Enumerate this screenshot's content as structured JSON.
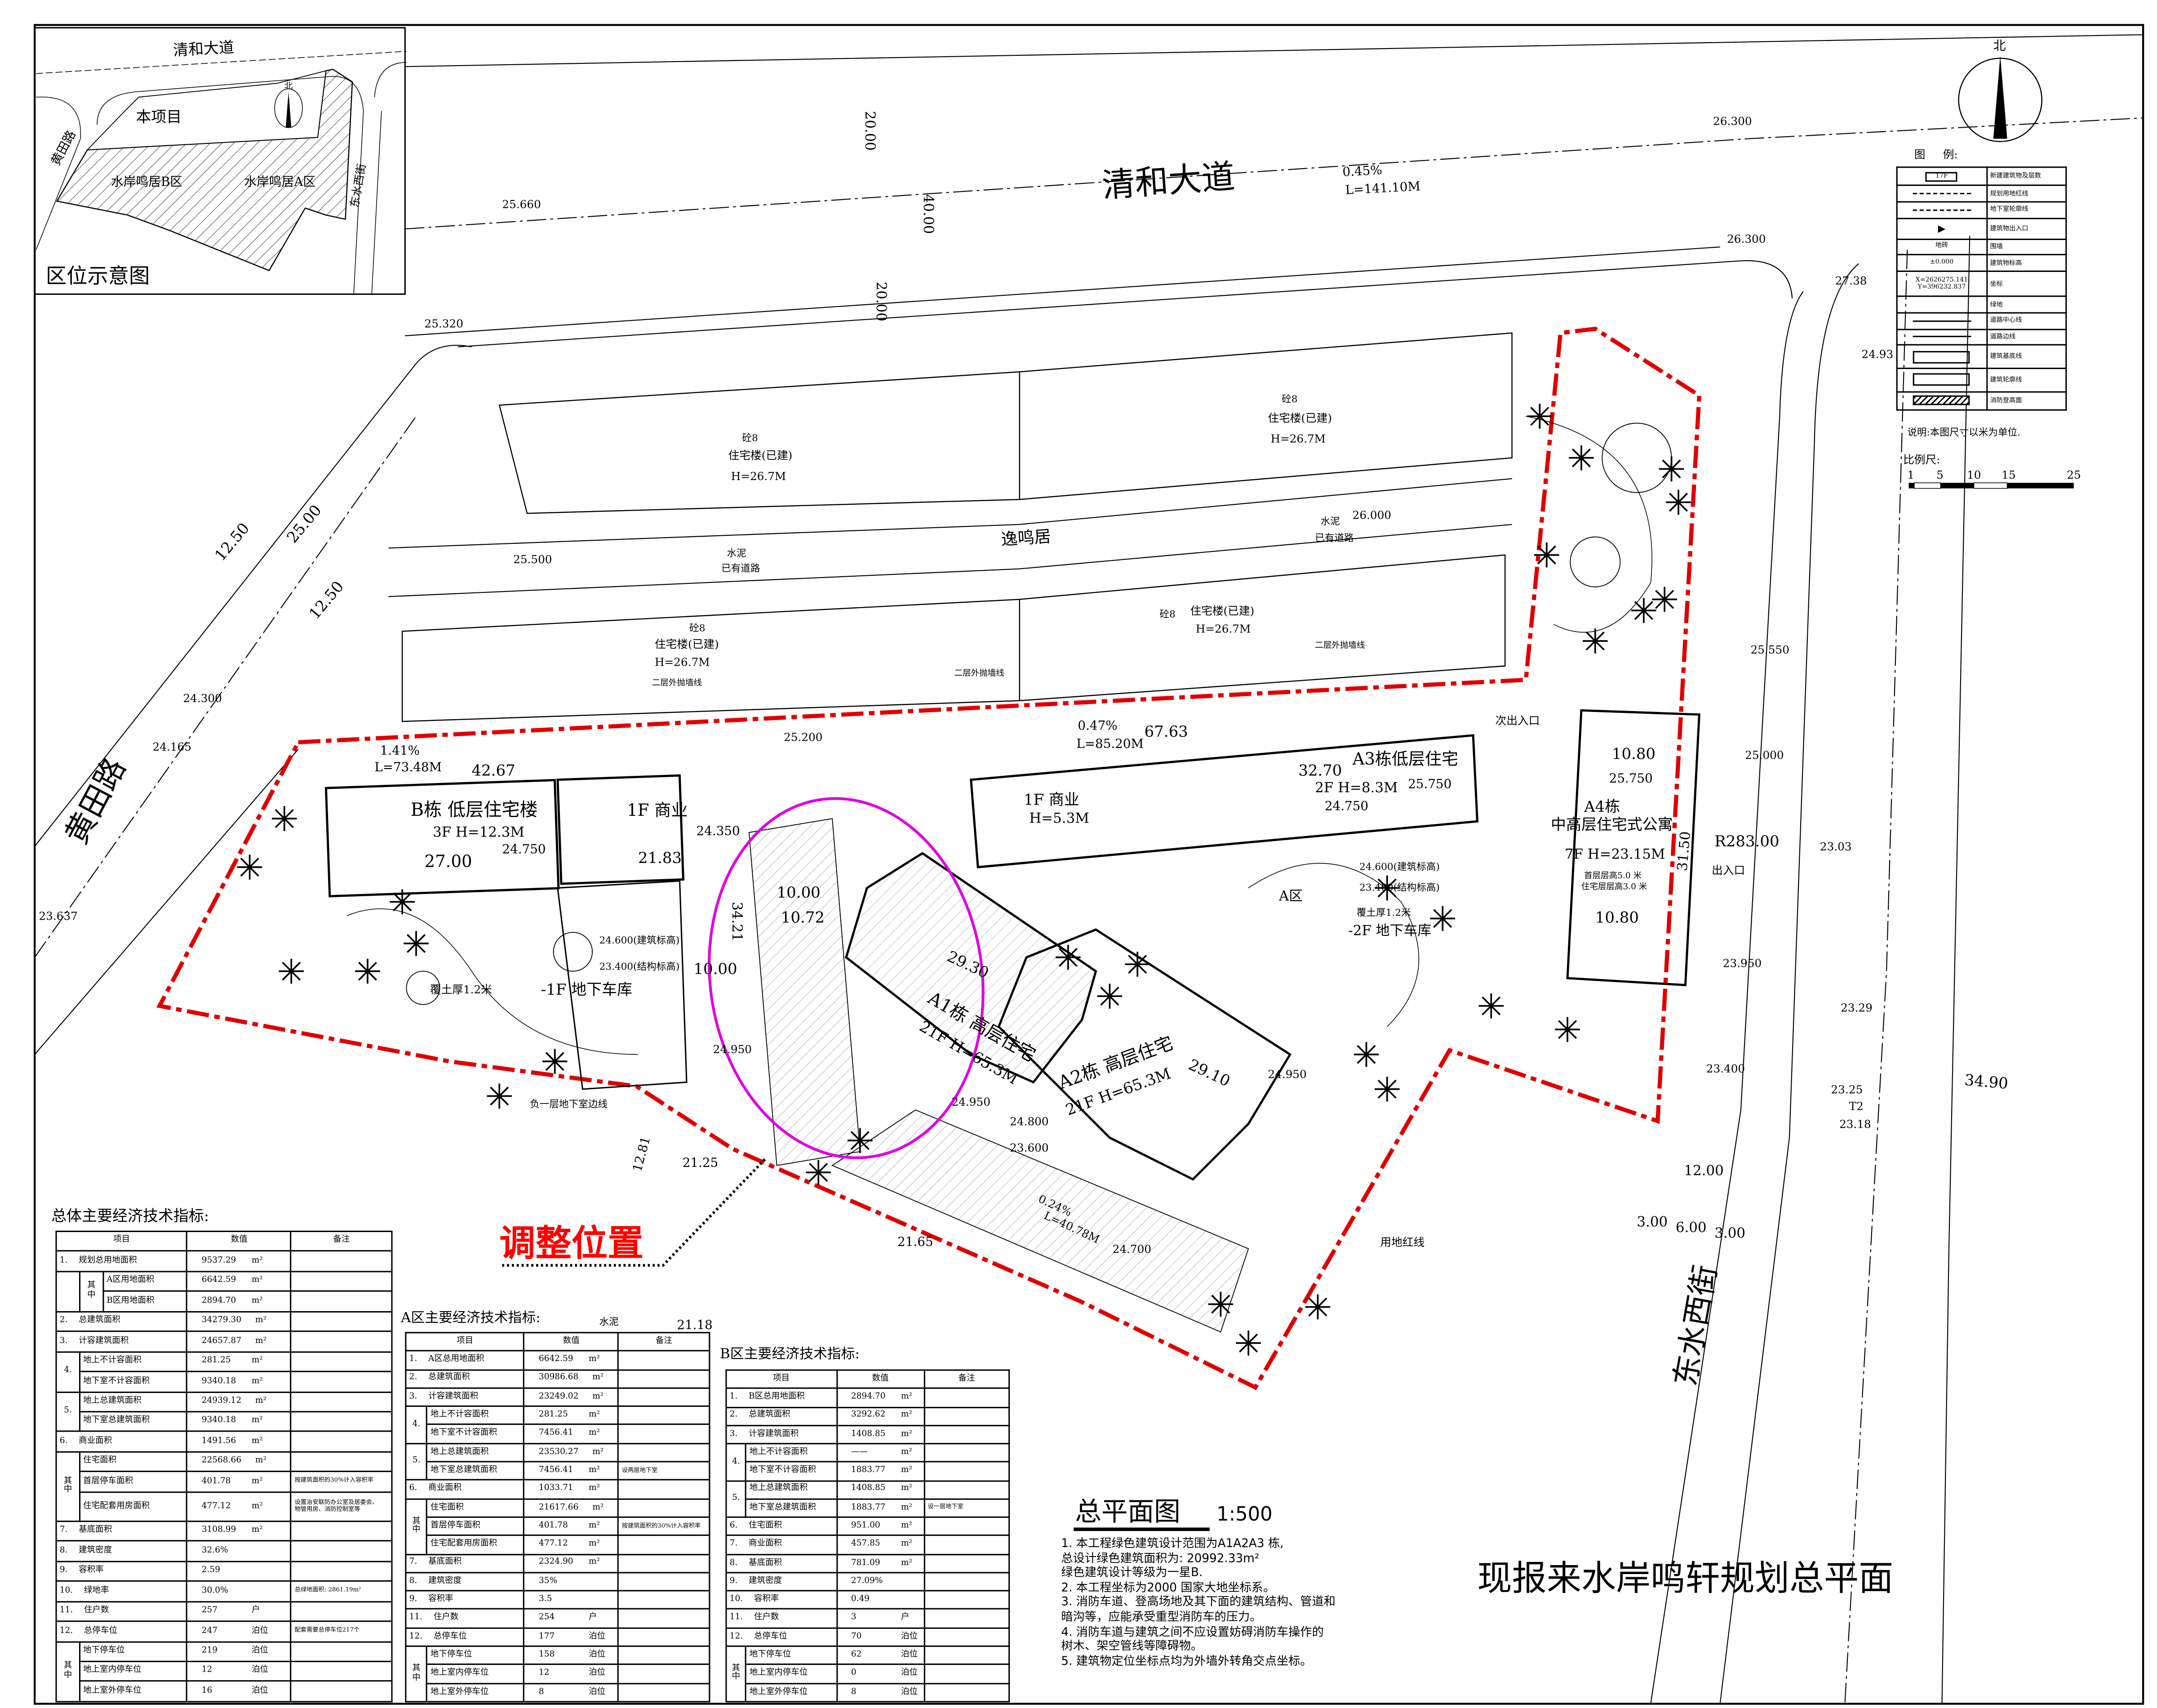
{
  "drawing_title": "现报来水岸鸣轩规划总平面",
  "plan_title": {
    "name": "总平面图",
    "scale": "1:500"
  },
  "notes": [
    "1. 本工程绿色建筑设计范围为A1A2A3  栋,\n   总设计绿色建筑面积为: 20992.33m²\n   绿色建筑设计等级为一星B.",
    "2. 本工程坐标为2000  国家大地坐标系。",
    "3. 消防车道、登高场地及其下面的建筑结构、管道和\n   暗沟等，应能承受重型消防车的压力。",
    "4. 消防车道与建筑之间不应设置妨碍消防车操作的\n   树木、架空管线等障碍物。",
    "5. 建筑物定位坐标点均为外墙外转角交点坐标。"
  ],
  "legend": {
    "title": "图     例:",
    "items": [
      {
        "symbol": "building-floors",
        "sample": "17F",
        "label": "新建建筑物及层数"
      },
      {
        "symbol": "red-line",
        "sample": "",
        "label": "规划用地红线"
      },
      {
        "symbol": "dashed-line",
        "sample": "",
        "label": "地下室轮廓线"
      },
      {
        "symbol": "entrance-arrow",
        "sample": "",
        "label": "建筑物出入口"
      },
      {
        "symbol": "wall",
        "sample": "地砖",
        "label": "围墙"
      },
      {
        "symbol": "elevation",
        "sample": "±0.000",
        "label": "建筑物标高"
      },
      {
        "symbol": "coordinate",
        "sample": "X=2626275.141\nY=396232.837",
        "label": "坐标"
      },
      {
        "symbol": "none",
        "sample": "",
        "label": "绿地"
      },
      {
        "symbol": "thin-line",
        "sample": "",
        "label": "道路中心线"
      },
      {
        "symbol": "thin-line",
        "sample": "",
        "label": "道路边线"
      },
      {
        "symbol": "thick-rect",
        "sample": "",
        "label": "建筑基底线"
      },
      {
        "symbol": "thick-rect",
        "sample": "",
        "label": "建筑轮廓线"
      },
      {
        "symbol": "hatched-rect",
        "sample": "",
        "label": "消防登高面"
      }
    ],
    "unit_note": "说明:本图尺寸以米为单位.",
    "scale_label": "比例尺:",
    "scale_ticks": [
      "1",
      "5",
      "10",
      "15",
      "25"
    ]
  },
  "tables": {
    "total": {
      "title": "总体主要经济技术指标:",
      "headers": [
        "项目",
        "数值",
        "备注"
      ],
      "rows": [
        {
          "num": "1.",
          "item": "规划总用地面积",
          "value": "9537.29",
          "unit": "m²",
          "note": ""
        },
        {
          "lead": "",
          "lead_span": 2,
          "sub": "其中",
          "sub_span": 2,
          "item": "A区用地面积",
          "value": "6642.59",
          "unit": "m²",
          "note": ""
        },
        {
          "item": "B区用地面积",
          "value": "2894.70",
          "unit": "m²",
          "note": ""
        },
        {
          "num": "2.",
          "item": "总建筑面积",
          "value": "34279.30",
          "unit": "m²",
          "note": ""
        },
        {
          "num": "3.",
          "item": "计容建筑面积",
          "value": "24657.87",
          "unit": "m²",
          "note": ""
        },
        {
          "lead": "4.",
          "lead_span": 2,
          "item": "地上不计容面积",
          "value": "281.25",
          "unit": "m²",
          "note": ""
        },
        {
          "item": "地下室不计容面积",
          "value": "9340.18",
          "unit": "m²",
          "note": ""
        },
        {
          "lead": "5.",
          "lead_span": 2,
          "item": "地上总建筑面积",
          "value": "24939.12",
          "unit": "m²",
          "note": ""
        },
        {
          "item": "地下室总建筑面积",
          "value": "9340.18",
          "unit": "m²",
          "note": ""
        },
        {
          "num": "6.",
          "item": "商业面积",
          "value": "1491.56",
          "unit": "m²",
          "note": ""
        },
        {
          "lead": "其\n中",
          "lead_span": 3,
          "item": "住宅面积",
          "value": "22568.66",
          "unit": "m²",
          "note": ""
        },
        {
          "item": "首层停车面积",
          "value": "401.78",
          "unit": "m²",
          "note": "按建筑面积的30%计入容积率"
        },
        {
          "item": "住宅配套用房面积",
          "value": "477.12",
          "unit": "m²",
          "note": "设置治安联防办公室及居委会、\n物管用房、消防控制室等"
        },
        {
          "num": "7.",
          "item": "基底面积",
          "value": "3108.99",
          "unit": "m²",
          "note": ""
        },
        {
          "num": "8.",
          "item": "建筑密度",
          "value": "32.6%",
          "unit": "",
          "note": ""
        },
        {
          "num": "9.",
          "item": "容积率",
          "value": "2.59",
          "unit": "",
          "note": ""
        },
        {
          "num": "10.",
          "item": "绿地率",
          "value": "30.0%",
          "unit": "",
          "note": "总绿地面积: 2861.19m²"
        },
        {
          "num": "11.",
          "item": "住户数",
          "value": "257",
          "unit": "户",
          "note": ""
        },
        {
          "num": "12.",
          "item": "总停车位",
          "value": "247",
          "unit": "泊位",
          "note": "配套需要总停车位217个"
        },
        {
          "lead": "其\n中",
          "lead_span": 3,
          "item": "地下停车位",
          "value": "219",
          "unit": "泊位",
          "note": ""
        },
        {
          "item": "地上室内停车位",
          "value": "12",
          "unit": "泊位",
          "note": ""
        },
        {
          "item": "地上室外停车位",
          "value": "16",
          "unit": "泊位",
          "note": ""
        }
      ]
    },
    "zone_a": {
      "title": "A区主要经济技术指标:",
      "headers": [
        "项目",
        "数值",
        "备注"
      ],
      "rows": [
        {
          "num": "1.",
          "item": "A区总用地面积",
          "value": "6642.59",
          "unit": "m²",
          "note": ""
        },
        {
          "num": "2.",
          "item": "总建筑面积",
          "value": "30986.68",
          "unit": "m²",
          "note": ""
        },
        {
          "num": "3.",
          "item": "计容建筑面积",
          "value": "23249.02",
          "unit": "m²",
          "note": ""
        },
        {
          "lead": "4.",
          "lead_span": 2,
          "item": "地上不计容面积",
          "value": "281.25",
          "unit": "m²",
          "note": ""
        },
        {
          "item": "地下室不计容面积",
          "value": "7456.41",
          "unit": "m²",
          "note": ""
        },
        {
          "lead": "5.",
          "lead_span": 2,
          "item": "地上总建筑面积",
          "value": "23530.27",
          "unit": "m²",
          "note": ""
        },
        {
          "item": "地下室总建筑面积",
          "value": "7456.41",
          "unit": "m²",
          "note": "设两层地下室"
        },
        {
          "num": "6.",
          "item": "商业面积",
          "value": "1033.71",
          "unit": "m²",
          "note": ""
        },
        {
          "lead": "其\n中",
          "lead_span": 3,
          "item": "住宅面积",
          "value": "21617.66",
          "unit": "m²",
          "note": ""
        },
        {
          "item": "首层停车面积",
          "value": "401.78",
          "unit": "m²",
          "note": "按建筑面积的30%计入容积率"
        },
        {
          "item": "住宅配套用房面积",
          "value": "477.12",
          "unit": "m²",
          "note": ""
        },
        {
          "num": "7.",
          "item": "基底面积",
          "value": "2324.90",
          "unit": "m²",
          "note": ""
        },
        {
          "num": "8.",
          "item": "建筑密度",
          "value": "35%",
          "unit": "",
          "note": ""
        },
        {
          "num": "9.",
          "item": "容积率",
          "value": "3.5",
          "unit": "",
          "note": ""
        },
        {
          "num": "11.",
          "item": "住户数",
          "value": "254",
          "unit": "户",
          "note": ""
        },
        {
          "num": "12.",
          "item": "总停车位",
          "value": "177",
          "unit": "泊位",
          "note": ""
        },
        {
          "lead": "其\n中",
          "lead_span": 3,
          "item": "地下停车位",
          "value": "158",
          "unit": "泊位",
          "note": ""
        },
        {
          "item": "地上室内停车位",
          "value": "12",
          "unit": "泊位",
          "note": ""
        },
        {
          "item": "地上室外停车位",
          "value": "8",
          "unit": "泊位",
          "note": ""
        }
      ]
    },
    "zone_b": {
      "title": "B区主要经济技术指标:",
      "headers": [
        "项目",
        "数值",
        "备注"
      ],
      "rows": [
        {
          "num": "1.",
          "item": "B区总用地面积",
          "value": "2894.70",
          "unit": "m²",
          "note": ""
        },
        {
          "num": "2.",
          "item": "总建筑面积",
          "value": "3292.62",
          "unit": "m²",
          "note": ""
        },
        {
          "num": "3.",
          "item": "计容建筑面积",
          "value": "1408.85",
          "unit": "m²",
          "note": ""
        },
        {
          "lead": "4.",
          "lead_span": 2,
          "item": "地上不计容面积",
          "value": "——",
          "unit": "m²",
          "note": ""
        },
        {
          "item": "地下室不计容面积",
          "value": "1883.77",
          "unit": "m²",
          "note": ""
        },
        {
          "lead": "5.",
          "lead_span": 2,
          "item": "地上总建筑面积",
          "value": "1408.85",
          "unit": "m²",
          "note": ""
        },
        {
          "item": "地下室总建筑面积",
          "value": "1883.77",
          "unit": "m²",
          "note": "设一层地下室"
        },
        {
          "num": "6.",
          "item": "住宅面积",
          "value": "951.00",
          "unit": "m²",
          "note": ""
        },
        {
          "num": "7.",
          "item": "商业面积",
          "value": "457.85",
          "unit": "m²",
          "note": ""
        },
        {
          "num": "8.",
          "item": "基底面积",
          "value": "781.09",
          "unit": "m²",
          "note": ""
        },
        {
          "num": "9.",
          "item": "建筑密度",
          "value": "27.09%",
          "unit": "",
          "note": ""
        },
        {
          "num": "10.",
          "item": "容积率",
          "value": "0.49",
          "unit": "",
          "note": ""
        },
        {
          "num": "11.",
          "item": "住户数",
          "value": "3",
          "unit": "户",
          "note": ""
        },
        {
          "num": "12.",
          "item": "总停车位",
          "value": "70",
          "unit": "泊位",
          "note": ""
        },
        {
          "lead": "其\n中",
          "lead_span": 3,
          "item": "地下停车位",
          "value": "62",
          "unit": "泊位",
          "note": ""
        },
        {
          "item": "地上室内停车位",
          "value": "0",
          "unit": "泊位",
          "note": ""
        },
        {
          "item": "地上室外停车位",
          "value": "8",
          "unit": "泊位",
          "note": ""
        }
      ]
    }
  },
  "plan": {
    "colors": {
      "red_line": "#e00000",
      "adjust": "#ff0000",
      "highlight": "#e000e0"
    },
    "labels": {
      "road_qinghe": "清和大道",
      "slope_qinghe": "0.45%",
      "length_qinghe": "L=141.10M",
      "dim_road_w1": "20.00",
      "dim_road_w2": "40.00",
      "dim_road_w3": "20.00",
      "road_huangtian": "黄田路",
      "road_dongshui": "东水西街",
      "road_yiming": "逸鸣居",
      "elev_1": "26.300",
      "elev_2": "26.300",
      "elev_3": "25.660",
      "elev_4": "25.320",
      "elev_5": "27.38",
      "elev_6": "24.93",
      "elev_7": "25.500",
      "elev_8": "26.000",
      "elev_9": "24.300",
      "elev_10": "24.165",
      "elev_11": "23.637",
      "elev_12": "25.200",
      "elev_13": "25.550",
      "elev_14": "25.000",
      "elev_15": "23.950",
      "elev_16": "23.400",
      "elev_17": "23.03",
      "elev_18": "23.29",
      "elev_19": "23.25",
      "elev_t2": "T2",
      "elev_20": "23.18",
      "dim_3490": "34.90",
      "dim_1200": "12.00",
      "dim_300a": "3.00",
      "dim_600": "6.00",
      "dim_300b": "3.00",
      "dim_1250a": "12.50",
      "dim_2500": "25.00",
      "dim_1250b": "12.50",
      "existing_1_type": "砼8",
      "existing_1_name": "住宅楼(已建)",
      "existing_1_height": "H=26.7M",
      "existing_2_type": "砼8",
      "existing_2_name": "住宅楼(已建)",
      "existing_2_height": "H=26.7M",
      "existing_3_type": "砼8",
      "existing_3_name": "住宅楼(已建)",
      "existing_3_height": "H=26.7M",
      "existing_4_type": "砼8",
      "existing_4_name": "住宅楼(已建)",
      "existing_4_height": "H=26.7M",
      "existing_road_1": "已有道路",
      "existing_road_2": "已有道路",
      "cement_1": "水泥",
      "cement_2": "水泥",
      "wall_line_1": "二层外抛墙线",
      "wall_line_2": "二层外抛墙线",
      "wall_line_3": "二层外抛墙线",
      "b_name": "B栋  低层住宅楼",
      "b_floors": "3F  H=12.3M",
      "b_elev": "24.750",
      "b_dim": "27.00",
      "b_len": "42.67",
      "b_slope": "1.41%",
      "b_slopelen": "L=73.48M",
      "shop_b_name": "1F  商业",
      "shop_b_elev": "24.350",
      "shop_b_dim": "21.83",
      "a_slope": "0.47%",
      "a_slopelen": "L=85.20M",
      "a_len": "67.63",
      "shop_a_name": "1F  商业",
      "shop_a_h": "H=5.3M",
      "a3_name": "A3栋低层住宅",
      "a3_floors": "2F  H=8.3M",
      "a3_dim": "32.70",
      "a3_elev1": "25.750",
      "a3_elev2": "24.750",
      "a4_name": "A4栋",
      "a4_type": "中高层住宅式公寓",
      "a4_floors": "7F  H=23.15M",
      "a4_floor_note1": "首层层高5.0 米",
      "a4_floor_note2": "住宅层层高3.0 米",
      "a4_dim1": "10.80",
      "a4_dim2": "10.80",
      "a4_elev": "25.750",
      "a4_dim3": "31.50",
      "a4_radius": "R283.00",
      "a4_entrance": "出入口",
      "sec_entrance": "次出入口",
      "a1_name": "A1栋  高层住宅",
      "a1_floors": "21F  H=65.3M",
      "a2_name": "A2栋  高层住宅",
      "a2_floors": "21F  H=65.3M",
      "zone_a": "A区",
      "garage_a": "-2F  地下车库",
      "garage_b": "-1F  地下车库",
      "soil_b": "覆土厚1.2米",
      "b_elev_building": "24.600(建筑标高)",
      "b_elev_structure": "23.400(结构标高)",
      "a_elev_building": "24.600(建筑标高)",
      "a_elev_structure": "23.400(结构标高)",
      "a_soil": "覆土厚1.2米",
      "elev_c1": "24.800",
      "elev_c2": "23.600",
      "elev_c3": "24.950",
      "elev_c4": "24.700",
      "elev_c5": "24.950",
      "elev_c6": "24.950",
      "dim_2125": "21.25",
      "dim_2165": "21.65",
      "dim_1281": "12.81",
      "slope_s": "0.24%",
      "slope_slen": "L=40.78M",
      "dim_2930": "29.30",
      "dim_2910": "29.10",
      "dim_1000a": "10.00",
      "dim_1072": "10.72",
      "dim_1000b": "10.00",
      "dim_3421": "34.21",
      "basement_line_b": "负一层地下室边线",
      "redline_label": "用地红线",
      "adjust_label": "调整位置",
      "inset_title": "区位示意图",
      "inset_project": "本项目",
      "inset_b": "水岸鸣居B区",
      "inset_a": "水岸鸣居A区",
      "inset_road1": "清和大道",
      "inset_road2": "黄田路",
      "inset_road3": "东水西街",
      "inset_north": "北",
      "north": "北",
      "cement_a": "水泥",
      "elev_a": "21.18"
    }
  }
}
